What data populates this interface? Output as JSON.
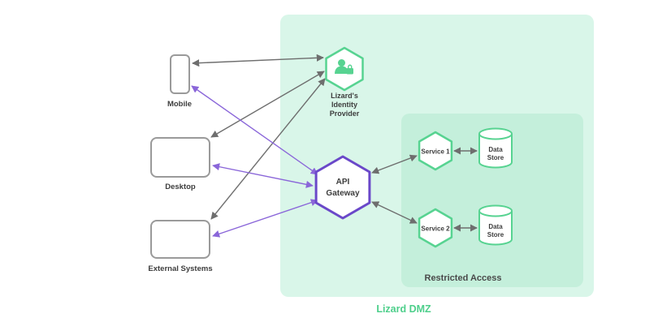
{
  "diagram": {
    "title": "Lizard DMZ",
    "clients": {
      "mobile": {
        "label": "Mobile"
      },
      "desktop": {
        "label": "Desktop"
      },
      "external": {
        "label": "External Systems"
      }
    },
    "identity_provider": {
      "line1": "Lizard's",
      "line2": "Identity",
      "line3": "Provider"
    },
    "api_gateway": {
      "line1": "API",
      "line2": "Gateway"
    },
    "restricted_zone": {
      "label": "Restricted Access"
    },
    "service1": {
      "label": "Service 1"
    },
    "service2": {
      "label": "Service 2"
    },
    "datastore": {
      "line1": "Data",
      "line2": "Store"
    },
    "colors": {
      "green": "#57d391",
      "green_fill": "#d9f6e9",
      "restricted_fill": "#c4efdb",
      "title_green": "#4ecf8b",
      "purple": "#6a48c9",
      "purple_light": "#8a66d9",
      "arrow_gray": "#6e6e6e"
    }
  }
}
